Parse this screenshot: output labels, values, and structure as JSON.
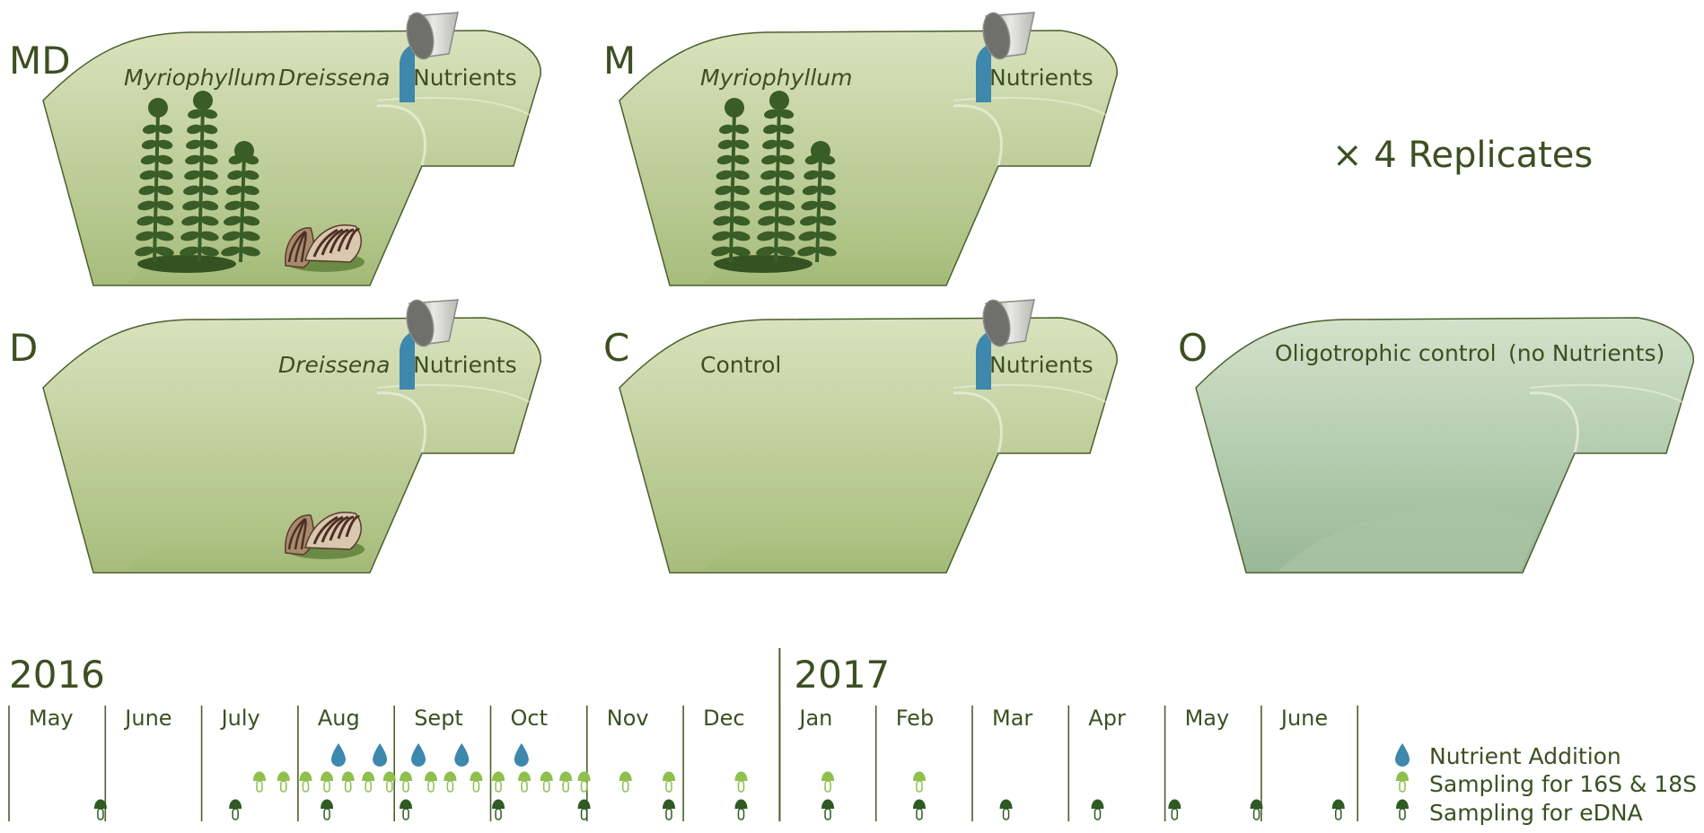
{
  "tanks": [
    {
      "id": "MD",
      "code": "MD",
      "labels": [
        {
          "text": "Myriophyllum",
          "italic": true
        },
        {
          "text": "Dreissena",
          "italic": true
        },
        {
          "text": "Nutrients",
          "italic": false
        }
      ],
      "myriophyllum": true,
      "dreissena": true,
      "nutrients": true,
      "oligotrophic": false
    },
    {
      "id": "M",
      "code": "M",
      "labels": [
        {
          "text": "Myriophyllum",
          "italic": true
        },
        {
          "text": "Nutrients",
          "italic": false
        }
      ],
      "myriophyllum": true,
      "dreissena": false,
      "nutrients": true,
      "oligotrophic": false
    },
    {
      "id": "D",
      "code": "D",
      "labels": [
        {
          "text": "Dreissena",
          "italic": true
        },
        {
          "text": "Nutrients",
          "italic": false
        }
      ],
      "myriophyllum": false,
      "dreissena": true,
      "nutrients": true,
      "oligotrophic": false
    },
    {
      "id": "C",
      "code": "C",
      "labels": [
        {
          "text": "Control",
          "italic": false
        },
        {
          "text": "Nutrients",
          "italic": false
        }
      ],
      "myriophyllum": false,
      "dreissena": false,
      "nutrients": true,
      "oligotrophic": false
    },
    {
      "id": "O",
      "code": "O",
      "labels": [
        {
          "text": "Oligotrophic control",
          "italic": false
        },
        {
          "text": "(no Nutrients)",
          "italic": false
        }
      ],
      "myriophyllum": false,
      "dreissena": false,
      "nutrients": false,
      "oligotrophic": true
    }
  ],
  "replicates": "× 4 Replicates",
  "timeline": {
    "years": [
      "2016",
      "2017"
    ],
    "months": [
      "May",
      "June",
      "July",
      "Aug",
      "Sept",
      "Oct",
      "Nov",
      "Dec",
      "Jan",
      "Feb",
      "Mar",
      "Apr",
      "May",
      "June"
    ],
    "nutrient_addition_month_positions": [
      3.42,
      3.85,
      4.25,
      4.7,
      5.32
    ],
    "sampling_16s18s_month_positions": [
      2.6,
      2.85,
      3.08,
      3.3,
      3.52,
      3.73,
      3.95,
      4.12,
      4.38,
      4.58,
      4.85,
      5.08,
      5.35,
      5.58,
      5.78,
      5.97,
      6.4,
      6.85,
      7.6,
      8.5,
      9.45
    ],
    "sampling_edna_month_positions": [
      0.95,
      2.35,
      3.3,
      4.12,
      5.08,
      5.97,
      6.85,
      7.6,
      8.5,
      9.45,
      10.35,
      11.3,
      12.1,
      12.95,
      13.8
    ],
    "legend": {
      "nutrient": "Nutrient Addition",
      "s16s18s": "Sampling for 16S & 18S",
      "edna": "Sampling for eDNA"
    }
  },
  "colors": {
    "tank_fill": "#c9d6a6",
    "tank_edge": "#4c5f2c",
    "oligo_fill": "#b6ceb0",
    "plant": "#3a5c26",
    "nutrient_drop": "#3e87ad",
    "sampling_16s18s": "#8fbf4c",
    "sampling_edna": "#2f5a23",
    "text": "#3d4f22"
  }
}
